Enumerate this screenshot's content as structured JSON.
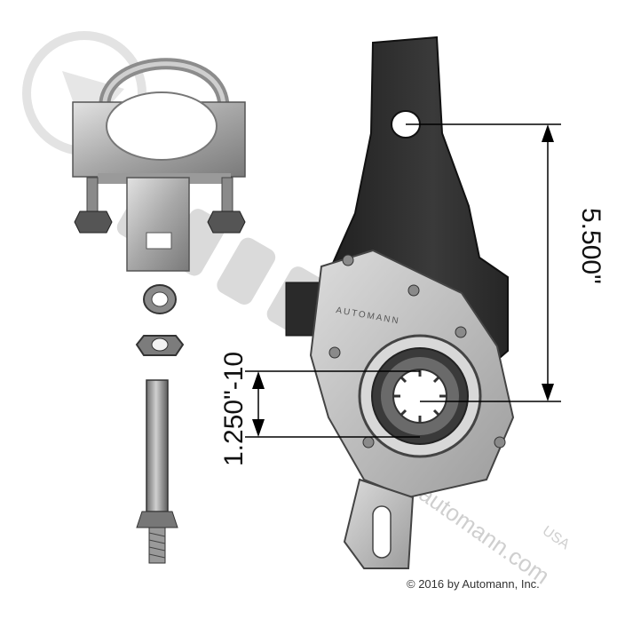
{
  "dimensions": {
    "arm_length": "5.500\"",
    "spline": "1.250\"-10"
  },
  "watermark": {
    "brand": "Automann",
    "url": "automann.com",
    "mark": "USA"
  },
  "part_marking": "AUTOMANN",
  "copyright": "© 2016 by Automann, Inc.",
  "colors": {
    "casting": "#2b2b2b",
    "cover": "#bcbcbc",
    "bracket": "#a9a9a9",
    "watermark": "#d6d6d6",
    "dimension_line": "#000000"
  }
}
